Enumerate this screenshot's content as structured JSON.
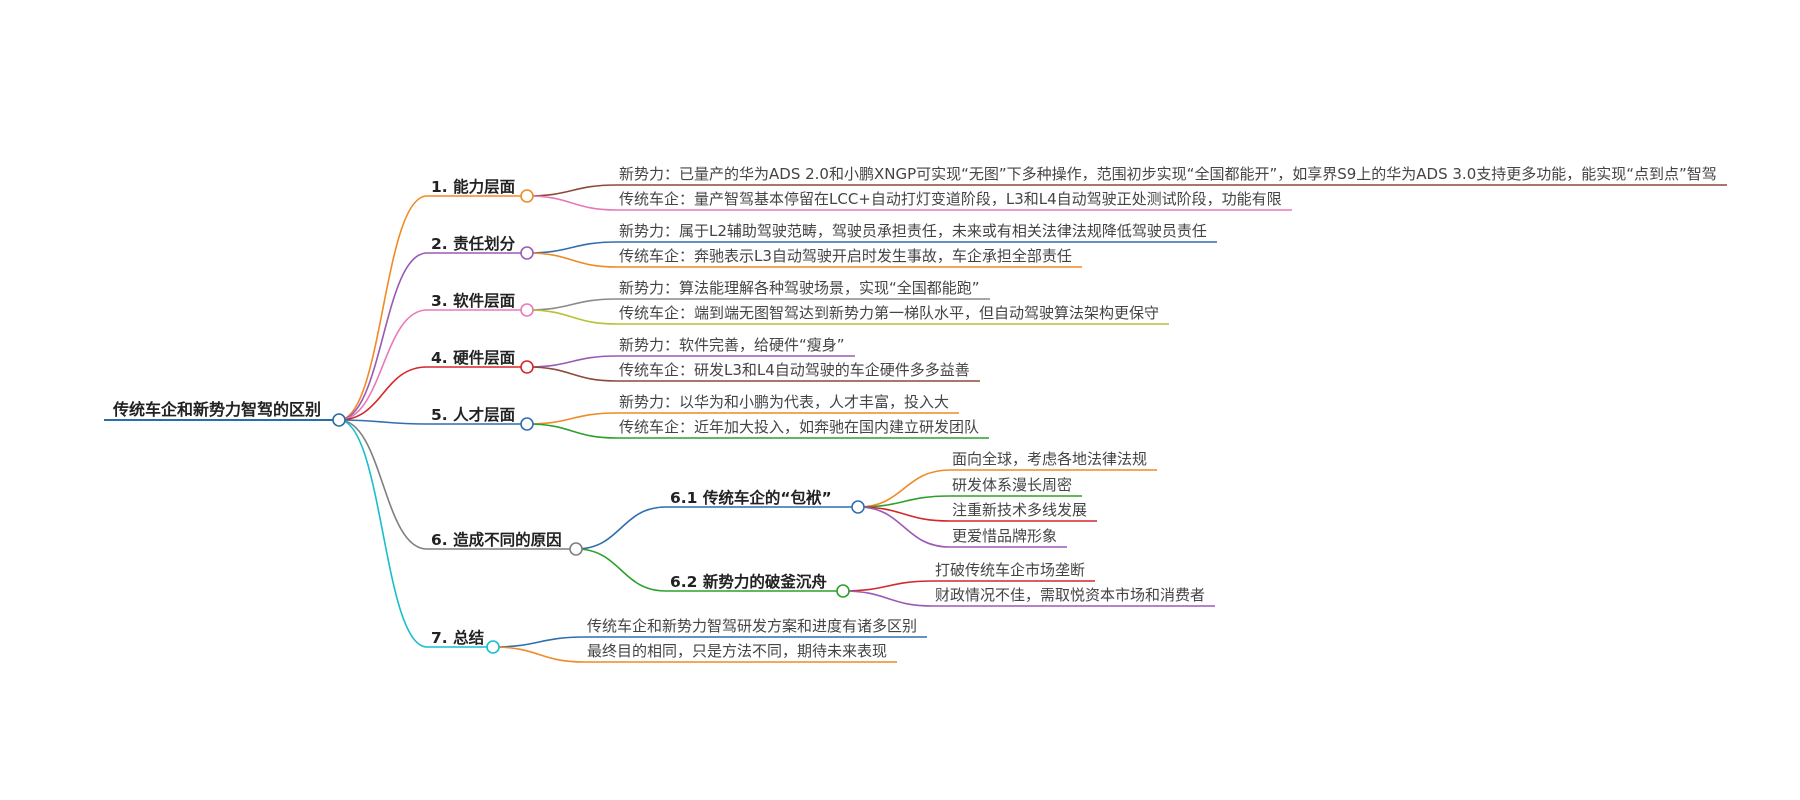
{
  "root": {
    "label": "传统车企和新势力智驾的区别",
    "color": "#2a6ea7"
  },
  "branches": [
    {
      "id": "b1",
      "label": "1. 能力层面",
      "color": "#f08a24",
      "leaves": [
        {
          "text": "新势力：已量产的华为ADS 2.0和小鹏XNGP可实现“无图”下多种操作，范围初步实现“全国都能开”，如享界S9上的华为ADS 3.0支持更多功能，能实现“点到点”智驾",
          "color": "#8c4a3c"
        },
        {
          "text": "传统车企：量产智驾基本停留在LCC+自动打灯变道阶段，L3和L4自动驾驶正处测试阶段，功能有限",
          "color": "#e879b8"
        }
      ]
    },
    {
      "id": "b2",
      "label": "2. 责任划分",
      "color": "#9b59b6",
      "leaves": [
        {
          "text": "新势力：属于L2辅助驾驶范畴，驾驶员承担责任，未来或有相关法律法规降低驾驶员责任",
          "color": "#2f6fad"
        },
        {
          "text": "传统车企：奔驰表示L3自动驾驶开启时发生事故，车企承担全部责任",
          "color": "#f08a24"
        }
      ]
    },
    {
      "id": "b3",
      "label": "3. 软件层面",
      "color": "#e879b8",
      "leaves": [
        {
          "text": "新势力：算法能理解各种驾驶场景，实现“全国都能跑”",
          "color": "#8a8a8a"
        },
        {
          "text": "传统车企：端到端无图智驾达到新势力第一梯队水平，但自动驾驶算法架构更保守",
          "color": "#b8c034"
        }
      ]
    },
    {
      "id": "b4",
      "label": "4. 硬件层面",
      "color": "#d62728",
      "leaves": [
        {
          "text": "新势力：软件完善，给硬件“瘦身”",
          "color": "#9b59b6"
        },
        {
          "text": "传统车企：研发L3和L4自动驾驶的车企硬件多多益善",
          "color": "#8c4a3c"
        }
      ]
    },
    {
      "id": "b5",
      "label": "5. 人才层面",
      "color": "#2f6fad",
      "leaves": [
        {
          "text": "新势力：以华为和小鹏为代表，人才丰富，投入大",
          "color": "#f08a24"
        },
        {
          "text": "传统车企：近年加大投入，如奔驰在国内建立研发团队",
          "color": "#2ca02c"
        }
      ]
    },
    {
      "id": "b6",
      "label": "6. 造成不同的原因",
      "color": "#7f7f7f",
      "subs": [
        {
          "label": "6.1 传统车企的“包袱”",
          "color": "#2f6fad",
          "leaves": [
            {
              "text": "面向全球，考虑各地法律法规",
              "color": "#f08a24"
            },
            {
              "text": "研发体系漫长周密",
              "color": "#2ca02c"
            },
            {
              "text": "注重新技术多线发展",
              "color": "#d62728"
            },
            {
              "text": "更爱惜品牌形象",
              "color": "#9b59b6"
            }
          ]
        },
        {
          "label": "6.2 新势力的破釜沉舟",
          "color": "#2ca02c",
          "leaves": [
            {
              "text": "打破传统车企市场垄断",
              "color": "#d62728"
            },
            {
              "text": "财政情况不佳，需取悦资本市场和消费者",
              "color": "#9b59b6"
            }
          ]
        }
      ]
    },
    {
      "id": "b7",
      "label": "7. 总结",
      "color": "#17becf",
      "leaves": [
        {
          "text": "传统车企和新势力智驾研发方案和进度有诸多区别",
          "color": "#2f6fad"
        },
        {
          "text": "最终目的相同，只是方法不同，期待未来表现",
          "color": "#f08a24"
        }
      ]
    }
  ]
}
